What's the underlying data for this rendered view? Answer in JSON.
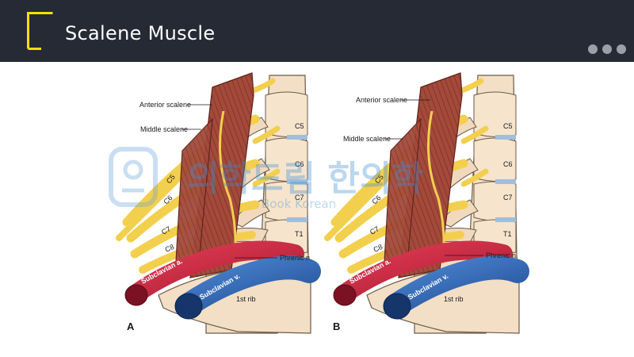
{
  "slide": {
    "title": "Scalene Muscle"
  },
  "colors": {
    "header_bg": "#262a35",
    "accent_bracket": "#f2e100",
    "nerve": "#f3cf4e",
    "muscle": "#9a4638",
    "artery": "#cc2640",
    "vein": "#2e66b6",
    "bone": "#f3dfc6"
  },
  "watermark": {
    "korean": "의학드림 한의학",
    "english": "Book Korean"
  },
  "figure_a": {
    "panel_label": "A",
    "labels": {
      "anterior_scalene": "Anterior scalene",
      "middle_scalene": "Middle scalene",
      "phrenic": "Phrenic n.",
      "subclavian_artery": "Subclavian a.",
      "subclavian_vein": "Subclavian v.",
      "first_rib": "1st rib"
    },
    "vertebrae": [
      "C5",
      "C6",
      "C7",
      "T1"
    ],
    "roots": [
      "C5",
      "C6",
      "C7",
      "C8"
    ]
  },
  "figure_b": {
    "panel_label": "B",
    "labels": {
      "anterior_scalene": "Anterior scalene",
      "middle_scalene": "Middle scalene",
      "phrenic": "Phrenic n.",
      "subclavian_artery": "Subclavian a.",
      "subclavian_vein": "Subclavian v.",
      "first_rib": "1st rib"
    },
    "vertebrae": [
      "C5",
      "C6",
      "C7",
      "T1"
    ],
    "roots": [
      "C5",
      "C6",
      "C7",
      "C8"
    ]
  }
}
